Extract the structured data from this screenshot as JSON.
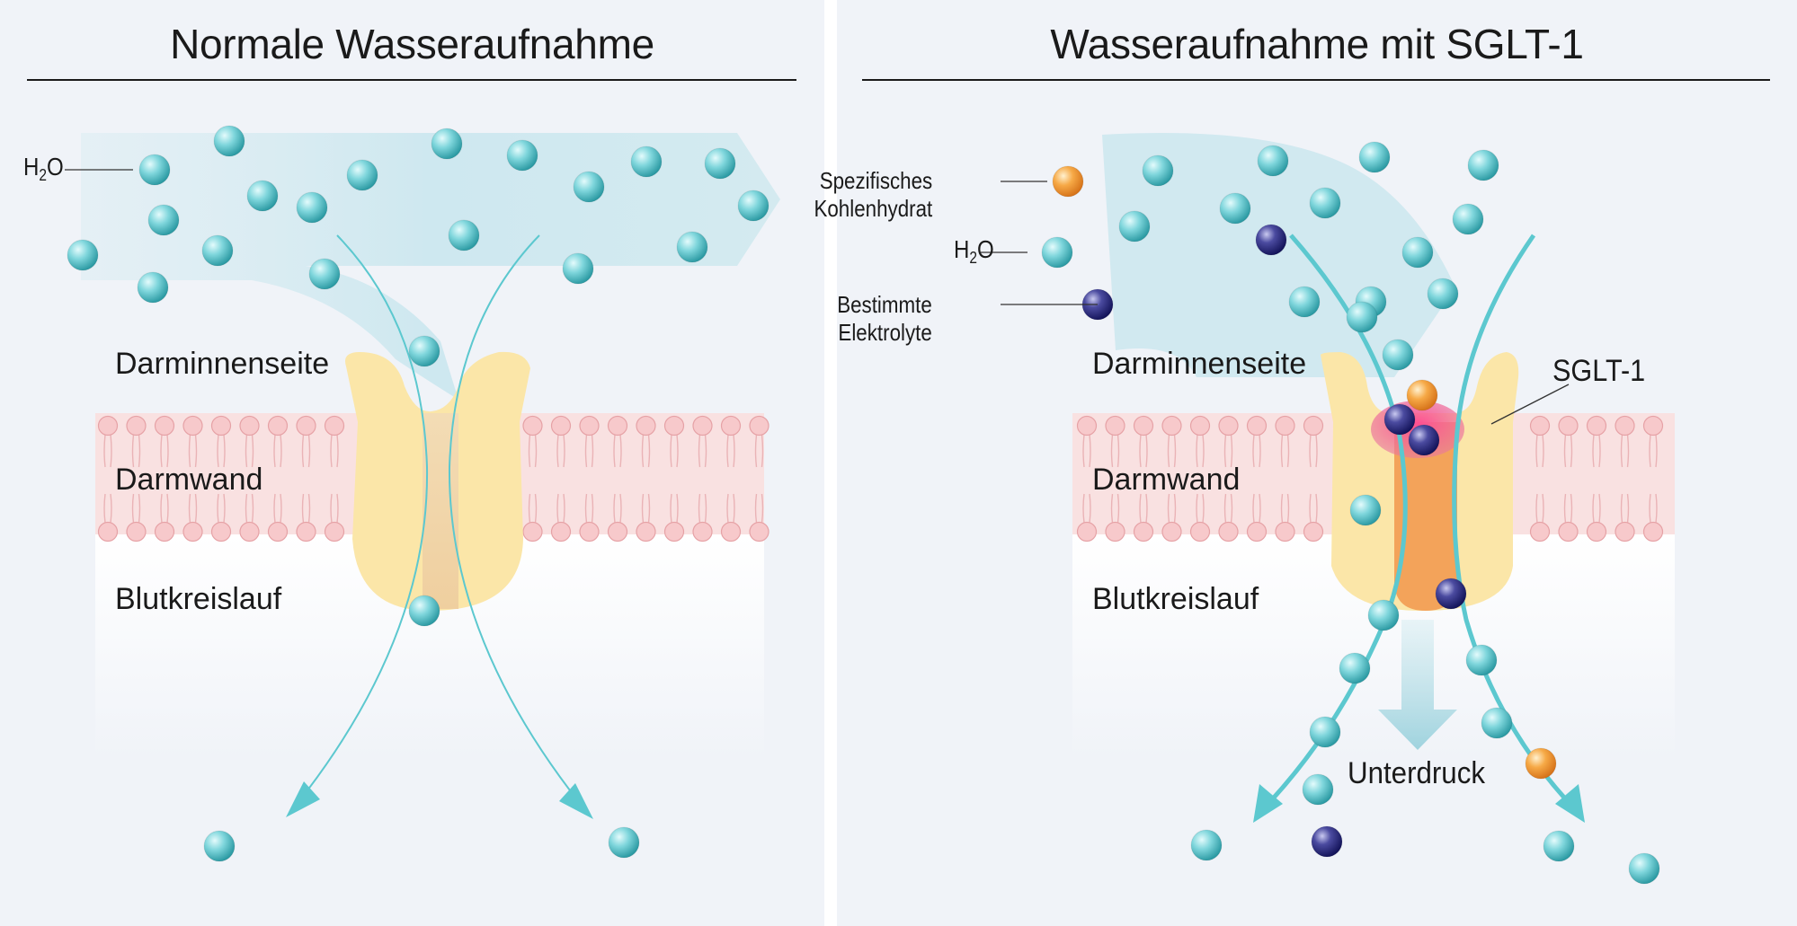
{
  "left_panel": {
    "title": "Normale Wasseraufnahme",
    "h2o_label": {
      "main": "H",
      "sub": "2",
      "tail": "O"
    },
    "zone_labels": {
      "inside": "Darminnenseite",
      "wall": "Darmwand",
      "blood": "Blutkreislauf"
    }
  },
  "right_panel": {
    "title": "Wasseraufnahme mit SGLT-1",
    "legend": {
      "carb": "Spezifisches\nKohlenhydrat",
      "h2o": {
        "main": "H",
        "sub": "2",
        "tail": "O"
      },
      "electrolytes": "Bestimmte\nElektrolyte"
    },
    "zone_labels": {
      "inside": "Darminnenseite",
      "wall": "Darmwand",
      "blood": "Blutkreislauf"
    },
    "sglt_label": "SGLT-1",
    "pressure_label": "Unterdruck"
  },
  "colors": {
    "panel_bg": "#f0f3f8",
    "water": "#5cc8cf",
    "carbohydrate": "#f39a2a",
    "electrolyte": "#2d2d7a",
    "channel": "#fbe6a8",
    "sglt_pore": "#f3a35a",
    "sglt_head": "#e0357a",
    "membrane": "#f7c7c7",
    "flow_band": "#cde7ee"
  }
}
